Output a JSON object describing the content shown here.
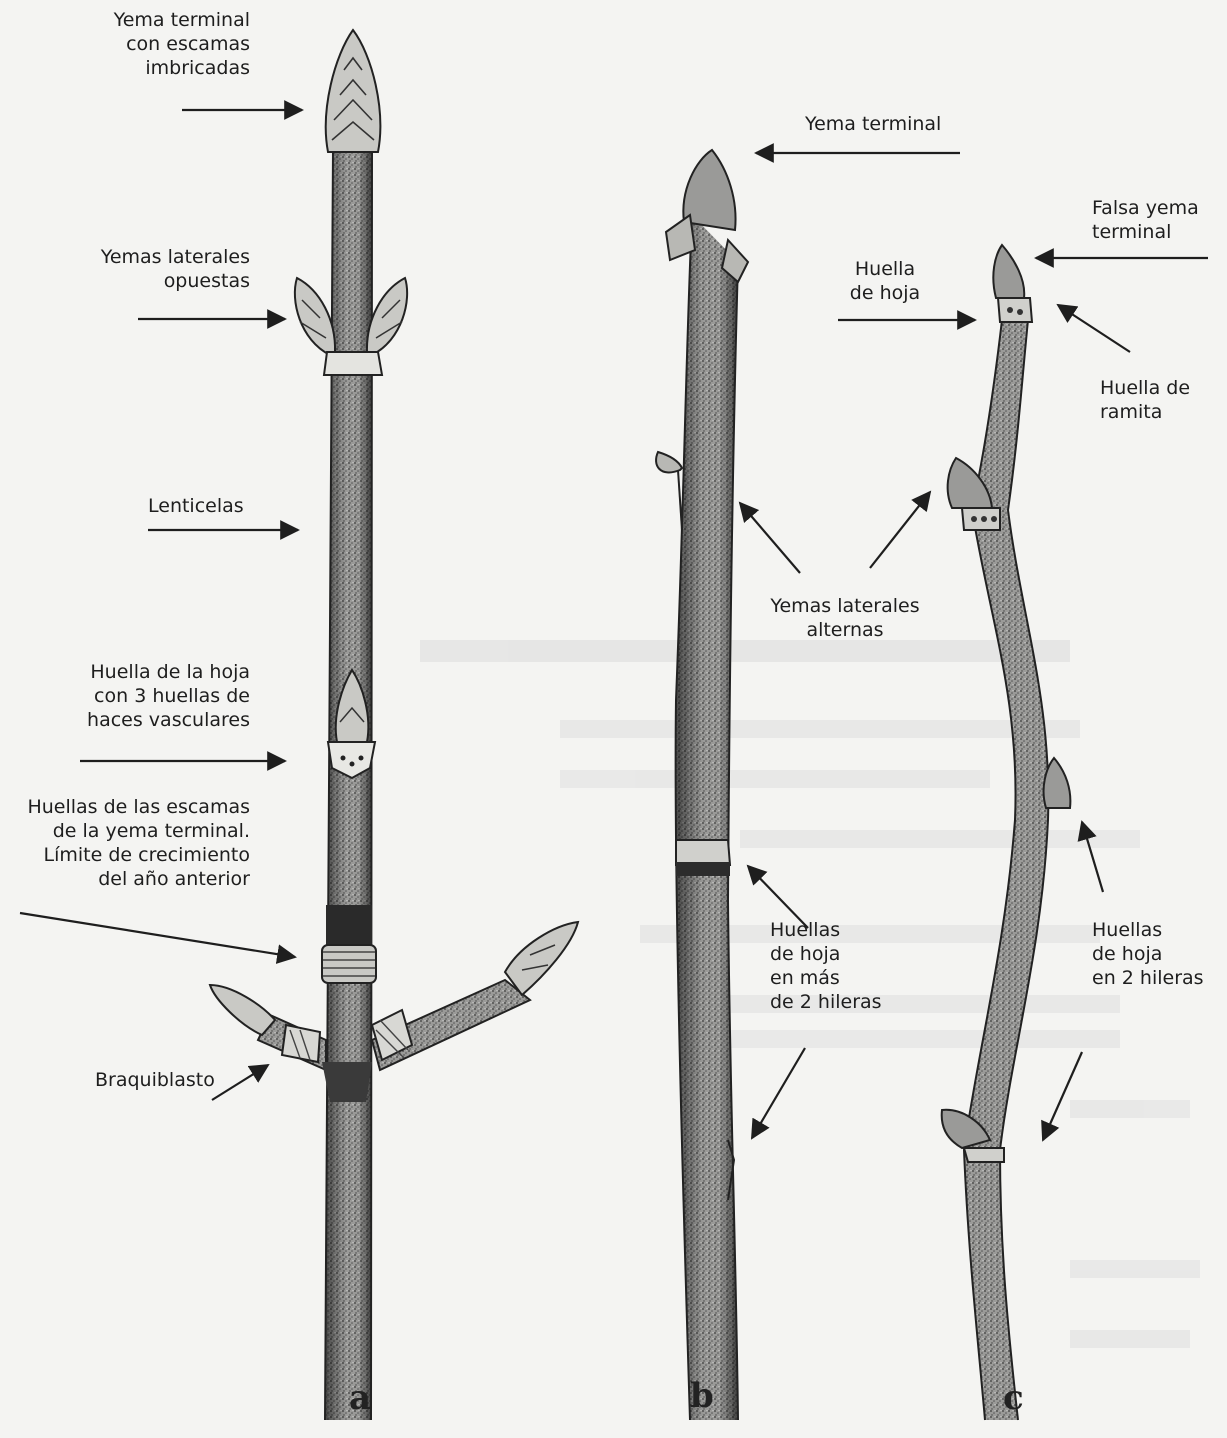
{
  "labels": {
    "a_yema_terminal": "Yema terminal\ncon escamas\nimbricadas",
    "a_yemas_laterales": "Yemas laterales\nopuestas",
    "a_lenticelas": "Lenticelas",
    "a_huella_hoja": "Huella de la hoja\ncon 3 huellas de\nhaces vasculares",
    "a_huellas_escamas": "Huellas de las escamas\nde la yema terminal.\nLímite de crecimiento\ndel año anterior",
    "a_braquiblasto": "Braquiblasto",
    "b_yema_terminal": "Yema terminal",
    "bc_yemas_laterales": "Yemas laterales\nalternas",
    "b_huellas_hoja": "Huellas\nde hoja\nen más\nde 2 hileras",
    "c_falsa_yema": "Falsa yema\nterminal",
    "c_huella_hoja": "Huella\nde hoja",
    "c_huella_ramita": "Huella de\nramita",
    "c_huellas_hoja": "Huellas\nde hoja\nen 2 hileras"
  },
  "panels": {
    "a": "a",
    "b": "b",
    "c": "c"
  },
  "colors": {
    "ink": "#1e1e1e",
    "bark": "#8a8a88",
    "paper": "#f4f4f2",
    "bleed": "#cfcfcf"
  }
}
